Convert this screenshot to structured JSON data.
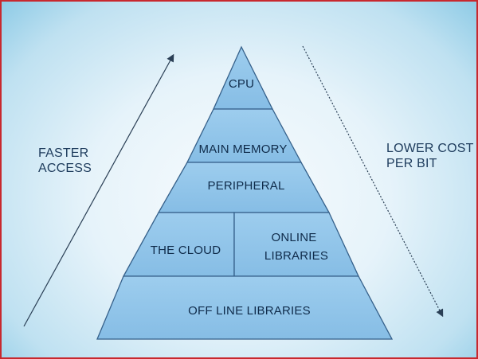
{
  "left_axis": {
    "label_lines": [
      "FASTER",
      "ACCESS"
    ]
  },
  "right_axis": {
    "label_lines": [
      "LOWER COST",
      "PER BIT"
    ]
  },
  "pyramid": {
    "tiers": {
      "cpu": "CPU",
      "main_memory": "MAIN MEMORY",
      "peripheral": "PERIPHERAL",
      "the_cloud": "THE CLOUD",
      "online_libraries_line1": "ONLINE",
      "online_libraries_line2": "LIBRARIES",
      "offline_libraries": "OFF LINE LIBRARIES"
    }
  },
  "colors": {
    "tier_fill": "#8fc3e8",
    "tier_stroke": "#35608a",
    "frame_border": "#c8282e"
  }
}
